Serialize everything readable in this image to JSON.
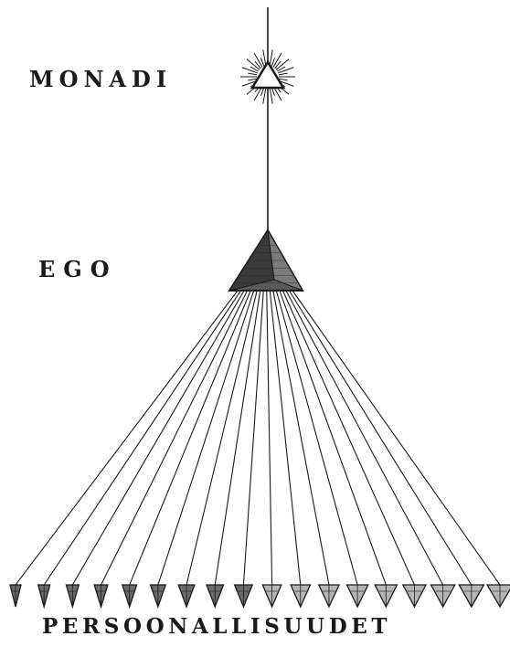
{
  "labels": {
    "monadi": "MONADI",
    "ego": "EGO",
    "personalities": "PERSOONALLISUUDET"
  },
  "personality_count": 18,
  "colors": {
    "ink": "#1a1a1a",
    "background": "#ffffff"
  }
}
